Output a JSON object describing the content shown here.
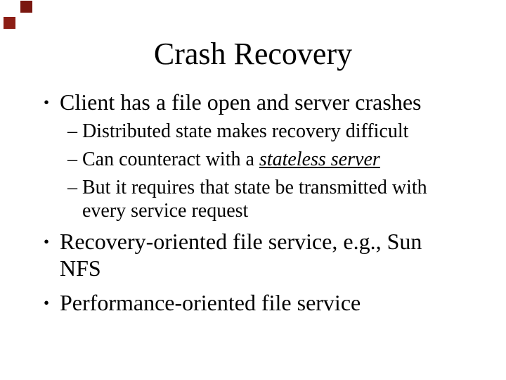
{
  "slide": {
    "title": "Crash Recovery",
    "decoration": {
      "square_top_color": "#7a1710",
      "square_bottom_color": "#8c1e15"
    },
    "bullet_char": "•",
    "sub_bullet_char": "–",
    "bullets": [
      {
        "text": "Client has a file open and server crashes",
        "subs": [
          {
            "text": "Distributed state makes recovery difficult"
          },
          {
            "text_before": "Can counteract with a ",
            "emphasized": "stateless server"
          },
          {
            "text": "But it requires that state be transmitted with every service request"
          }
        ]
      },
      {
        "text": "Recovery-oriented file service, e.g., Sun NFS"
      },
      {
        "text": "Performance-oriented file service"
      }
    ]
  }
}
